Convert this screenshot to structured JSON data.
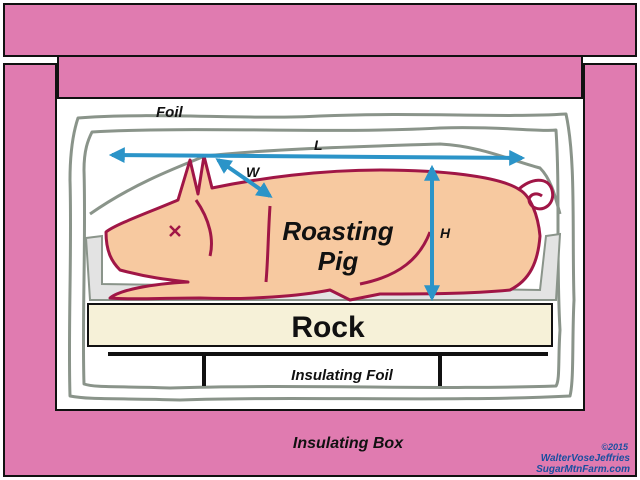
{
  "labels": {
    "foil": "Foil",
    "length": "L",
    "width": "W",
    "height": "H",
    "pig_line1": "Roasting",
    "pig_line2": "Pig",
    "rock": "Rock",
    "insulating_foil": "Insulating Foil",
    "insulating_box": "Insulating Box"
  },
  "credit": {
    "year": "©2015",
    "author": "WalterVoseJeffries",
    "site": "SugarMtnFarm.com"
  },
  "colors": {
    "box_fill": "#e07bb0",
    "outline": "#111111",
    "pig_fill": "#f7c9a0",
    "pig_outline": "#a01646",
    "foil_line": "#8a948a",
    "tray_fill": "#e3e3e3",
    "rock_fill": "#f6f1d8",
    "arrow": "#2b94c8",
    "signature": "#1a4fa0"
  }
}
